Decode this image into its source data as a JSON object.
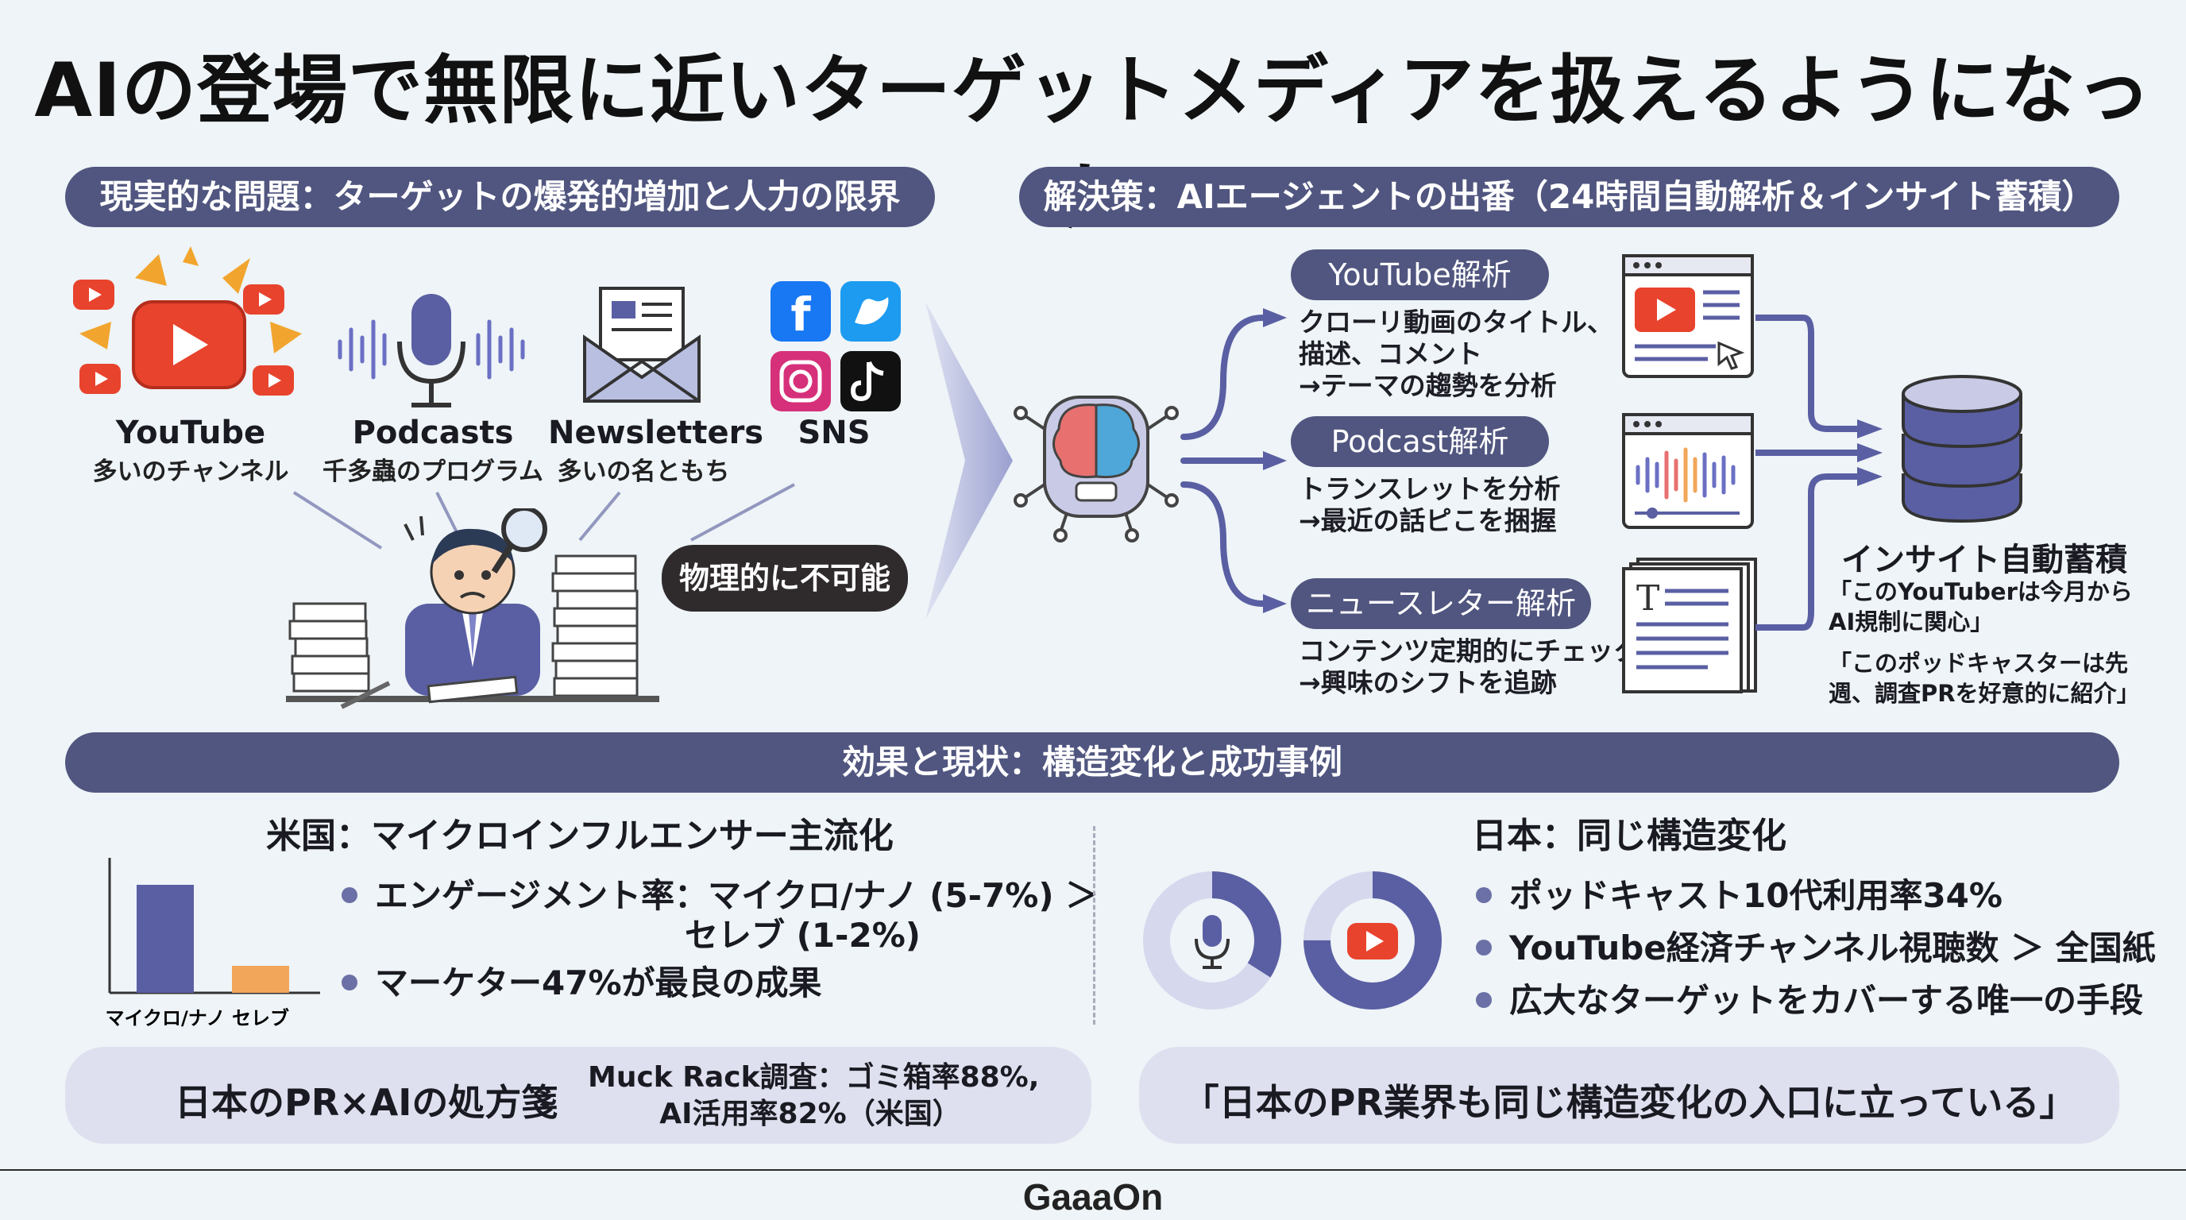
{
  "title": "AIの登場で無限に近いターゲットメディアを扱えるようになった",
  "problem": {
    "header": "現実的な問題：ターゲットの爆発的増加と人力の限界",
    "media": [
      {
        "label": "YouTube",
        "sub": "多いのチャンネル"
      },
      {
        "label": "Podcasts",
        "sub": "千多蟲のプログラム"
      },
      {
        "label": "Newsletters",
        "sub": "多いの名ともち"
      },
      {
        "label": "SNS",
        "sub": ""
      }
    ],
    "speech": "物理的に不可能"
  },
  "solution": {
    "header": "解決策：AIエージェントの出番（24時間自動解析＆インサイト蓄積）",
    "analyses": [
      {
        "title": "YouTube解析",
        "lines": [
          "クローリ動画のタイトル、",
          "描述、コメント",
          "→テーマの趨勢を分析"
        ]
      },
      {
        "title": "Podcast解析",
        "lines": [
          "トランスレットを分析",
          "→最近の話ピこを捆握"
        ]
      },
      {
        "title": "ニュースレター解析",
        "lines": [
          "コンテンツ定期的にチェック",
          "→興味のシフトを追跡"
        ]
      }
    ],
    "insight_title": "インサイト自動蓄積",
    "insight_quotes": [
      "「このYouTuberは今月から",
      "AI規制に関心」",
      "「このポッドキャスターは先",
      "週、調査PRを好意的に紹介」"
    ]
  },
  "effects": {
    "header": "効果と現状：構造変化と成功事例",
    "us": {
      "title": "米国：マイクロインフルエンサー主流化",
      "bullets": [
        "エンゲージメント率：マイクロ/ナノ (5-7%) ＞",
        "セレブ (1-2%)",
        "マーケター47%が最良の成果"
      ]
    },
    "jp": {
      "title": "日本：同じ構造変化",
      "bullets": [
        "ポッドキャスト10代利用率34%",
        "YouTube経済チャンネル視聴数 ＞ 全国紙",
        "広大なターゲットをカバーする唯一の手段"
      ]
    },
    "left_box": {
      "label": "日本のPR×AIの処方箋",
      "note_line1": "Muck Rack調査：ゴミ箱率88%,",
      "note_line2": "AI活用率82%（米国）"
    },
    "right_box": {
      "quote": "「日本のPR業界も同じ構造変化の入口に立っている」"
    }
  },
  "chart_data": [
    {
      "type": "bar",
      "categories": [
        "マイクロ/ナノ",
        "セレブ"
      ],
      "values": [
        6,
        1.5
      ],
      "title": "",
      "xlabel": "",
      "ylabel": "",
      "ylim": [
        0,
        7.5
      ],
      "colors": [
        "#5a5fa3",
        "#f2a65a"
      ]
    },
    {
      "type": "pie",
      "categories": [
        "ポッドキャスト"
      ],
      "values": [
        34,
        66
      ],
      "title": "",
      "colors": [
        "#5a5fa3",
        "#d6d8ee"
      ]
    },
    {
      "type": "pie",
      "categories": [
        "YouTube"
      ],
      "values": [
        75,
        25
      ],
      "title": "",
      "colors": [
        "#5a5fa3",
        "#d6d8ee"
      ]
    }
  ],
  "brand": "GaaaOn",
  "colors": {
    "accent": "#50567f",
    "youtube": "#e8432d",
    "orange": "#f2a65a"
  }
}
